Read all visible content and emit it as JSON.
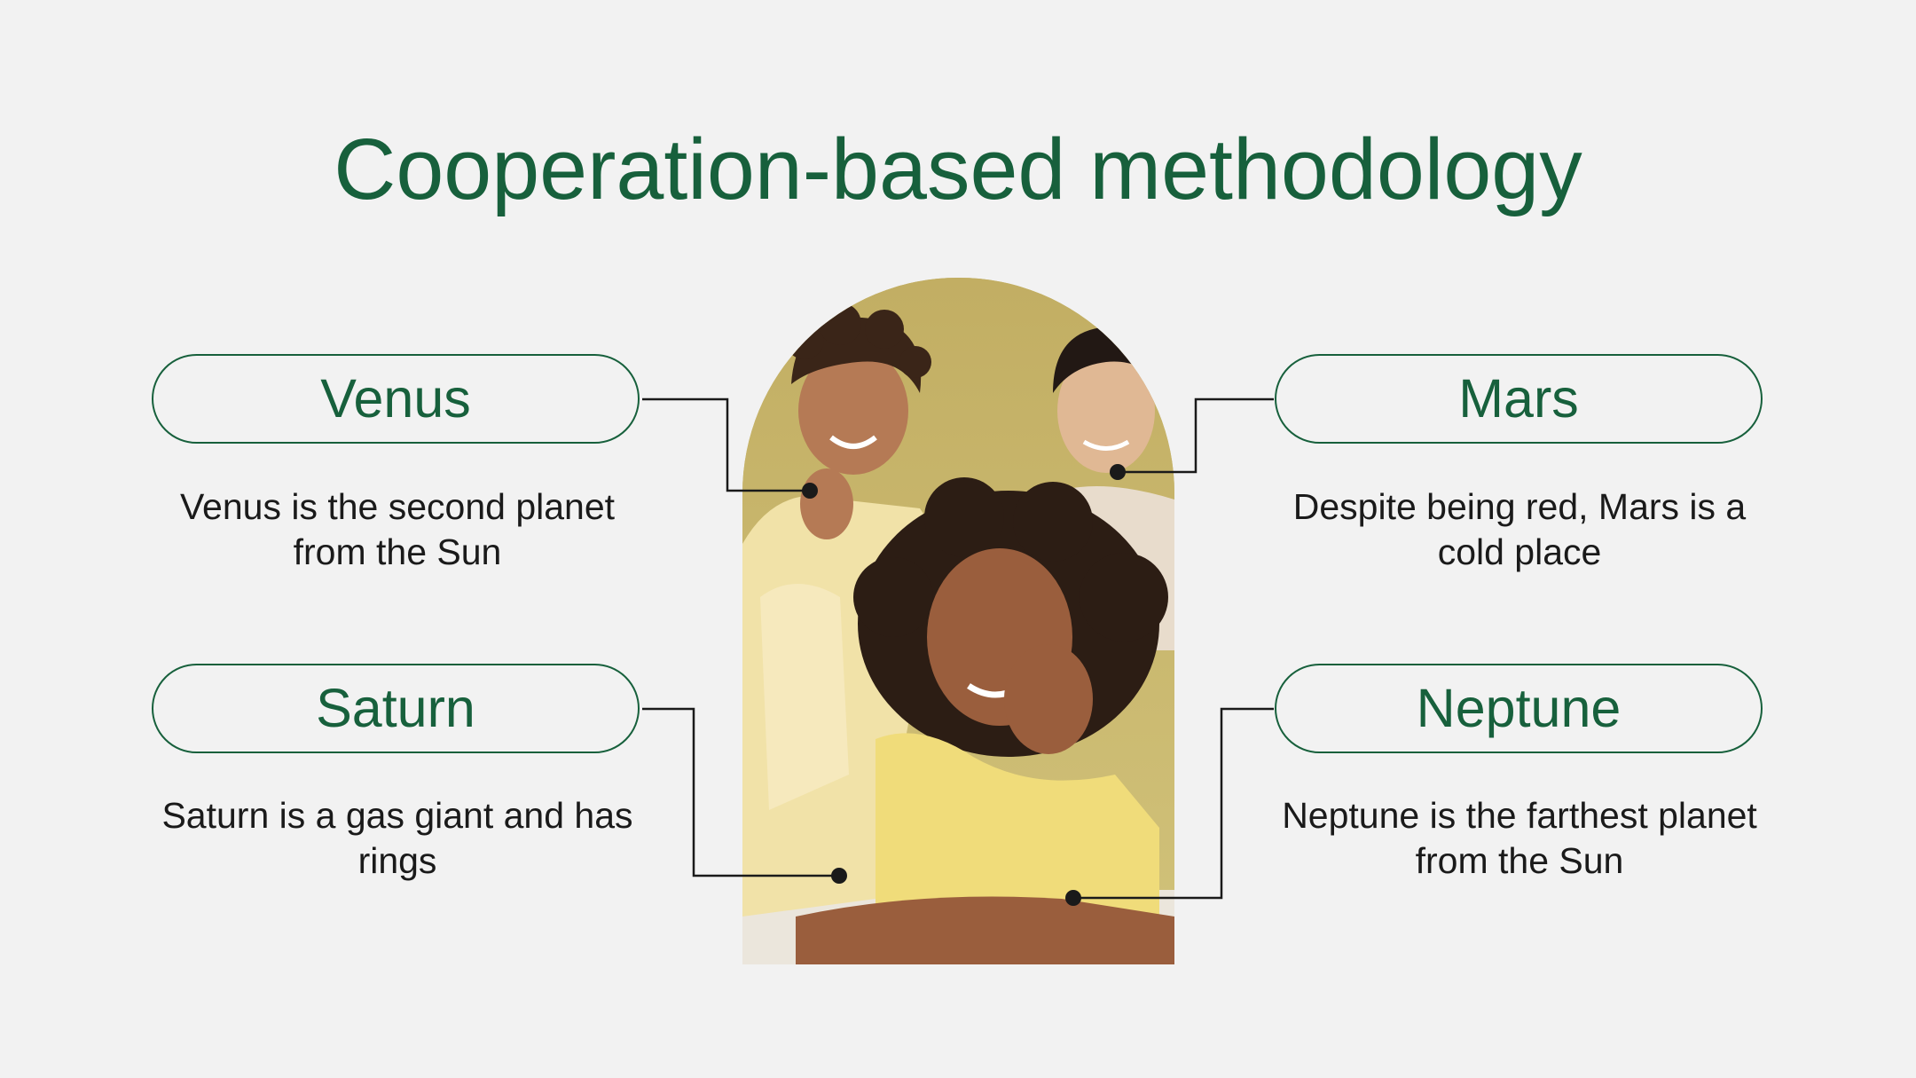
{
  "title": "Cooperation-based methodology",
  "items": [
    {
      "label": "Venus",
      "text": "Venus is the second planet from the Sun"
    },
    {
      "label": "Mars",
      "text": "Despite being red, Mars is a cold place"
    },
    {
      "label": "Saturn",
      "text": "Saturn is a gas giant and has rings"
    },
    {
      "label": "Neptune",
      "text": "Neptune is the farthest planet from the Sun"
    }
  ],
  "photo": {
    "subject": "three smiling young people posing together"
  },
  "colors": {
    "accent": "#17603c",
    "background": "#f2f2f2",
    "text": "#1a1a1a",
    "connector": "#1a1a1a"
  }
}
